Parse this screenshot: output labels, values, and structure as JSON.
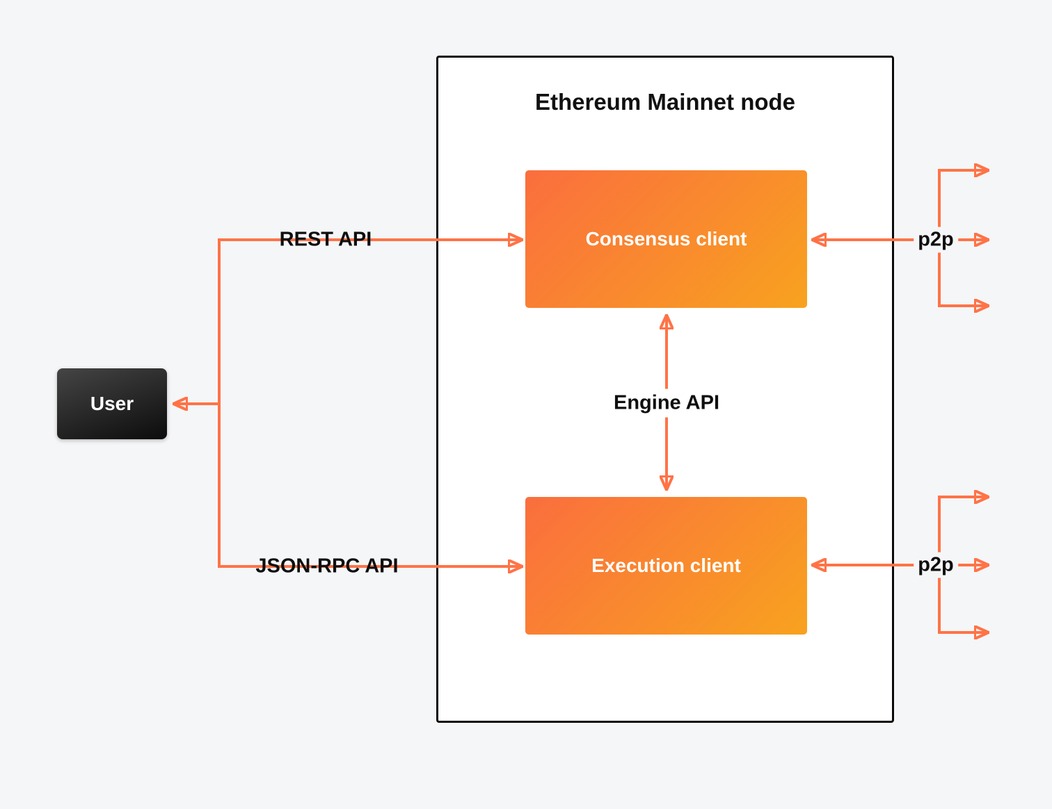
{
  "diagram": {
    "title": "Ethereum Mainnet node",
    "nodes": {
      "user": {
        "label": "User"
      },
      "consensus": {
        "label": "Consensus client"
      },
      "execution": {
        "label": "Execution client"
      }
    },
    "edges": {
      "rest_api": {
        "label": "REST API"
      },
      "json_rpc": {
        "label": "JSON-RPC API"
      },
      "engine_api": {
        "label": "Engine API"
      },
      "p2p_top": {
        "label": "p2p"
      },
      "p2p_bottom": {
        "label": "p2p"
      }
    },
    "colors": {
      "background": "#F5F6F8",
      "arrow": "#FF7347",
      "node_box_border": "#0A0A0A",
      "node_box_fill": "#FFFFFF",
      "client_gradient_start": "#FA6E3E",
      "client_gradient_end": "#F8A21F",
      "user_gradient_start": "#454545",
      "user_gradient_end": "#0C0C0C",
      "label_text": "#0F0F0F",
      "client_text": "#FFFFFF"
    }
  }
}
